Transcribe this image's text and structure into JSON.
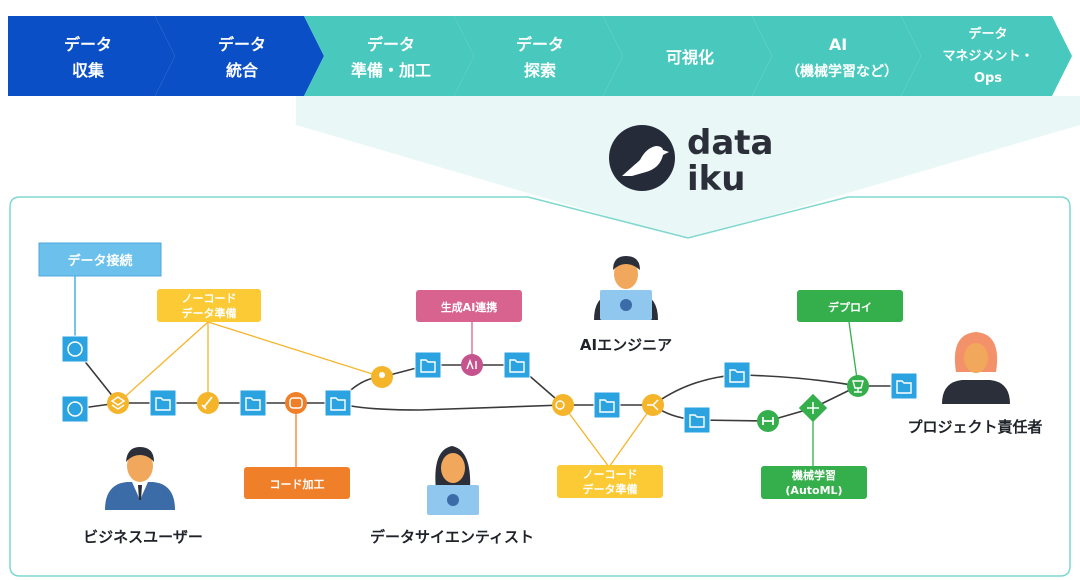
{
  "process_steps": [
    {
      "lines": [
        "データ",
        "収集"
      ],
      "color": "#0a4fc6"
    },
    {
      "lines": [
        "データ",
        "統合"
      ],
      "color": "#0a4fc6"
    },
    {
      "lines": [
        "データ",
        "準備・加工"
      ],
      "color": "#49c9bd"
    },
    {
      "lines": [
        "データ",
        "探索"
      ],
      "color": "#49c9bd"
    },
    {
      "lines": [
        "可視化"
      ],
      "color": "#49c9bd"
    },
    {
      "lines": [
        "AI",
        "（機械学習など）"
      ],
      "color": "#49c9bd"
    },
    {
      "lines": [
        "データ",
        "マネジメント・",
        "Ops"
      ],
      "color": "#49c9bd"
    }
  ],
  "logo": {
    "line1": "data",
    "line2": "iku"
  },
  "tags": {
    "data_connect": "データ接続",
    "nocode_top": [
      "ノーコード",
      "データ準備"
    ],
    "genai": "生成AI連携",
    "code_process": "コード加工",
    "nocode_bottom": [
      "ノーコード",
      "データ準備"
    ],
    "deploy": "デプロイ",
    "automl": [
      "機械学習",
      "(AutoML)"
    ]
  },
  "roles": {
    "business_user": "ビジネスユーザー",
    "data_scientist": "データサイエンティスト",
    "ai_engineer": "AIエンジニア",
    "project_owner": "プロジェクト責任者"
  },
  "colors": {
    "dark_blue": "#0a4fc6",
    "teal": "#49c9bd",
    "panel_tint": "#e9f8f6",
    "panel_border": "#7fd8cf",
    "node_blue": "#2aa3e0",
    "recipe_orange": "#f5b52b",
    "tag_light_blue": "#6cc1ec",
    "tag_yellow": "#fbca34",
    "tag_pink": "#d8638f",
    "tag_orange": "#f07f2a",
    "tag_green": "#35ae4c"
  }
}
